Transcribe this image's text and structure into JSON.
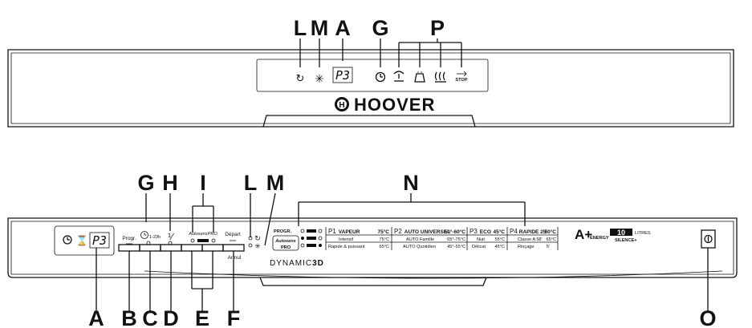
{
  "top_panel": {
    "labels": {
      "L": "L",
      "M": "M",
      "A": "A",
      "G": "G",
      "P": "P"
    },
    "display": "P3",
    "brand": "HOOVER",
    "icons": [
      "refill-icon",
      "sparkle-icon",
      "clock-icon",
      "tap-icon",
      "salt-icon",
      "heat-icon",
      "stop-icon"
    ]
  },
  "bottom_panel": {
    "labels_top": {
      "G": "G",
      "H": "H",
      "I": "I",
      "L": "L",
      "M": "M",
      "N": "N"
    },
    "labels_bottom": {
      "A": "A",
      "B": "B",
      "C": "C",
      "D": "D",
      "E": "E",
      "F": "F",
      "O": "O"
    },
    "display": "P3",
    "progr": "Progr.",
    "delay": "1-23h",
    "depart": "Départ",
    "annul": "Annul",
    "dynamic": "DYNAMIC",
    "dynamic_3d": "3D",
    "table_progr_label": "PROGR.",
    "autosens_1": "Autosens",
    "autosens_2": "PRO",
    "autosens_small": "AutosensPRO",
    "energy_mark": "A+",
    "energy_text": "ENERGY",
    "silence_num": "10",
    "silence_litres": "LITRES",
    "silence_text": "SILENCE+",
    "programs": [
      {
        "num": "P1",
        "name": "VAPEUR",
        "temp": "75°C",
        "rows": [
          {
            "name": "Intensif",
            "temp": "75°C"
          },
          {
            "name": "Rapide & puissant",
            "temp": "65°C"
          }
        ]
      },
      {
        "num": "P2",
        "name": "AUTO UNIVERSEL",
        "temp": "50°-60°C",
        "rows": [
          {
            "name": "AUTO Famille",
            "temp": "65°-75°C"
          },
          {
            "name": "AUTO Quotidien",
            "temp": "45°-55°C"
          }
        ]
      },
      {
        "num": "P3",
        "name": "ECO",
        "temp": "45°C",
        "rows": [
          {
            "name": "Nuit",
            "temp": "55°C"
          },
          {
            "name": "Délicat",
            "temp": "45°C"
          }
        ]
      },
      {
        "num": "P4",
        "name": "RAPIDE 25'",
        "temp": "50°C",
        "rows": [
          {
            "name": "Classe A 58'",
            "temp": "65°C"
          },
          {
            "name": "Rinçage",
            "temp": "5'"
          }
        ]
      }
    ]
  }
}
